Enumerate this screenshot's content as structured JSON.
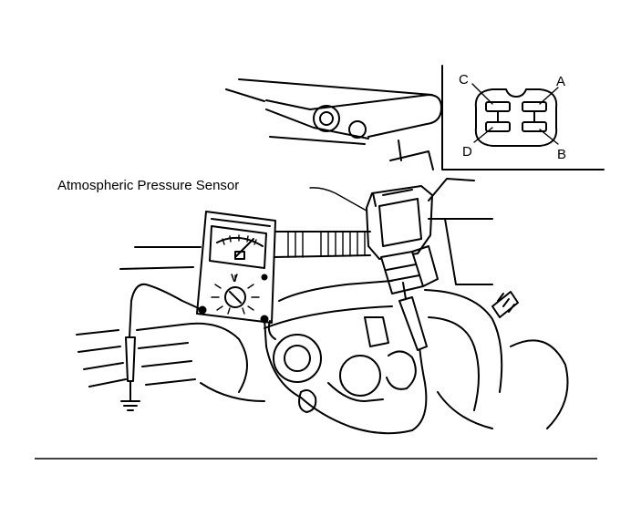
{
  "diagram": {
    "sensor_label": "Atmospheric Pressure Sensor",
    "meter_scale_letter": "V",
    "connector_pins": {
      "top_left": "C",
      "top_right": "A",
      "bottom_left": "D",
      "bottom_right": "B"
    }
  }
}
